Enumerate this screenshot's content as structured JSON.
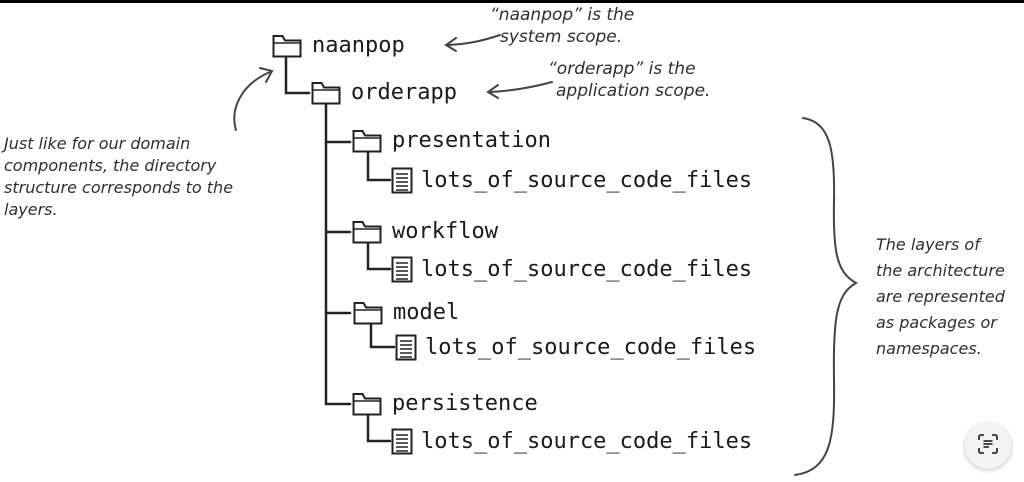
{
  "tree": {
    "root": "naanpop",
    "app": "orderapp",
    "layers": [
      {
        "name": "presentation",
        "file": "lots_of_source_code_files"
      },
      {
        "name": "workflow",
        "file": "lots_of_source_code_files"
      },
      {
        "name": "model",
        "file": "lots_of_source_code_files"
      },
      {
        "name": "persistence",
        "file": "lots_of_source_code_files"
      }
    ]
  },
  "annotations": {
    "system_scope": [
      "“naanpop” is the",
      "system scope."
    ],
    "application_scope": [
      "“orderapp” is the",
      "application scope."
    ],
    "directory_note": [
      "Just like for our domain",
      "components, the directory",
      "structure corresponds to the",
      "layers."
    ],
    "layers_note": [
      "The layers of",
      "the architecture",
      "are represented",
      "as packages or",
      "namespaces."
    ]
  },
  "colors": {
    "ink": "#1a1a1a",
    "note": "#2f2f2f",
    "line": "#222222"
  },
  "icons": {
    "folder": "folder-icon",
    "file": "file-icon",
    "lens": "lens-icon"
  }
}
